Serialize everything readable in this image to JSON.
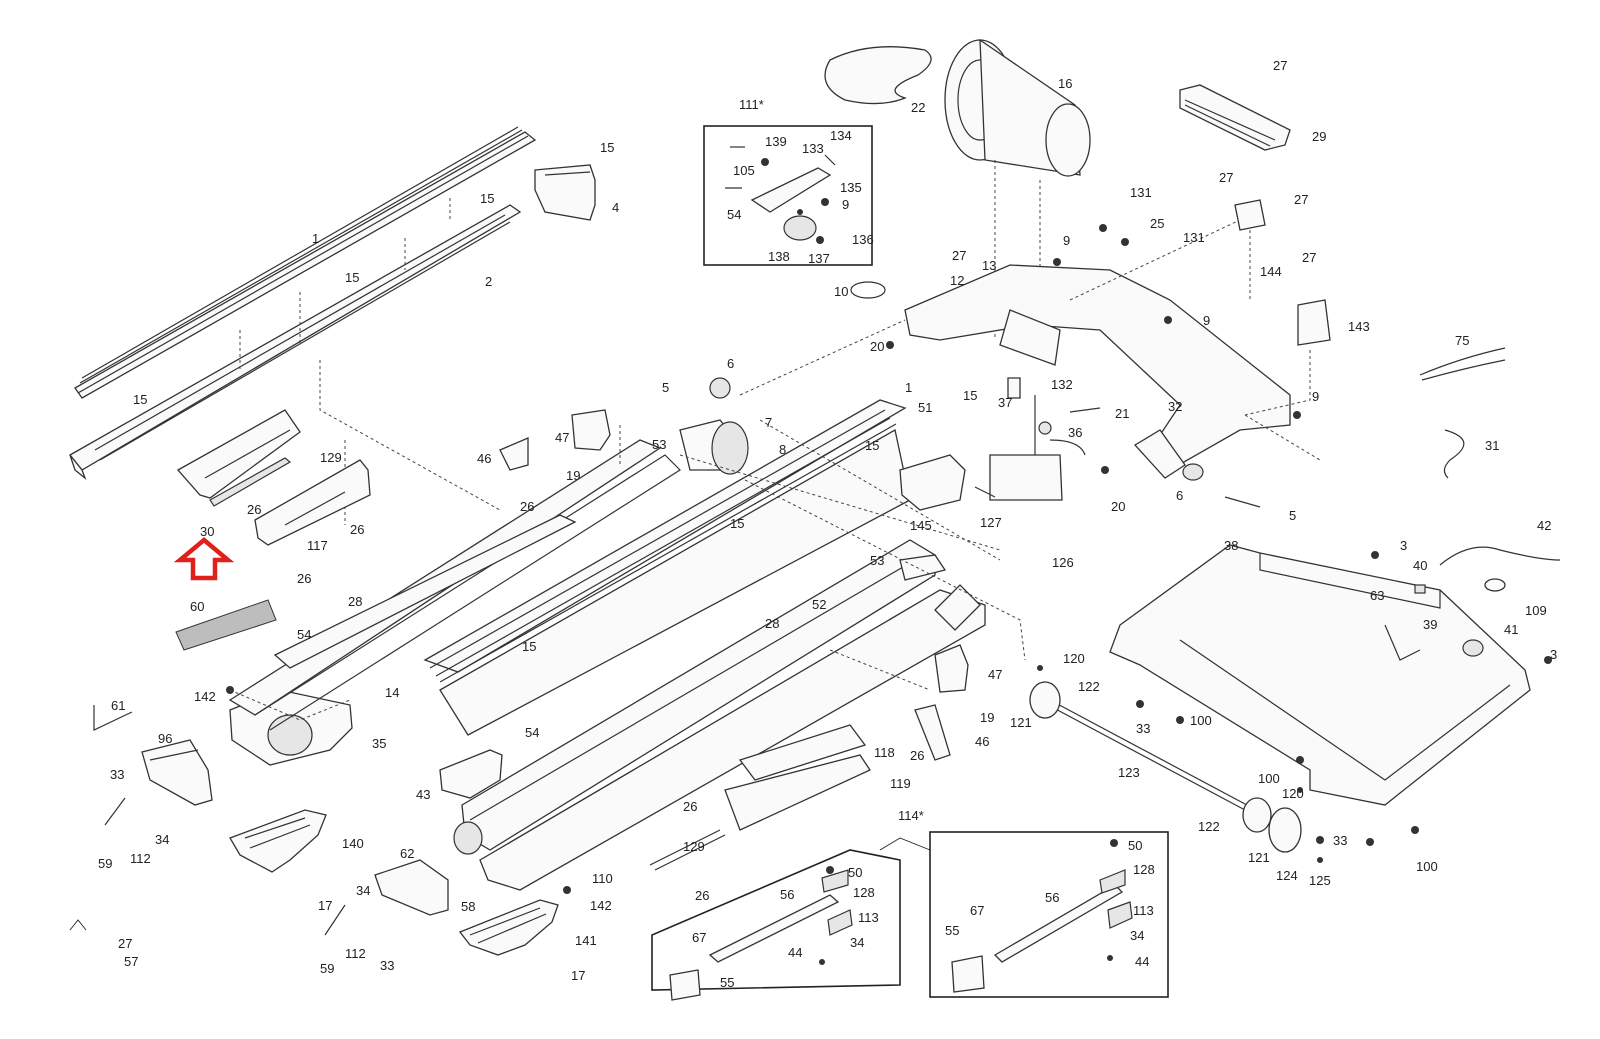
{
  "figure": "treadmill exploded parts diagram",
  "highlight": {
    "color": "#e0201a",
    "icon": "up-arrow-icon",
    "points_to": "30"
  },
  "callouts": {
    "c1": "1",
    "c2": "2",
    "c4": "4",
    "c15a": "15",
    "c15b": "15",
    "c15c": "15",
    "c15d": "15",
    "c15e": "15",
    "c15f": "15",
    "c15g": "15",
    "c15h": "15",
    "c30": "30",
    "c26a": "26",
    "c26b": "26",
    "c26c": "26",
    "c129a": "129",
    "c117": "117",
    "c60": "60",
    "c28a": "28",
    "c54a": "54",
    "c142a": "142",
    "c14": "14",
    "c35": "35",
    "c61": "61",
    "c96": "96",
    "c33a": "33",
    "c34a": "34",
    "c112a": "112",
    "c59a": "59",
    "c140": "140",
    "c17a": "17",
    "c27a": "27",
    "c57": "57",
    "c34b": "34",
    "c112b": "112",
    "c59b": "59",
    "c33b": "33",
    "c58": "58",
    "c141": "141",
    "c17b": "17",
    "c142b": "142",
    "c62": "62",
    "c110": "110",
    "c43": "43",
    "c54b": "54",
    "c28b": "28",
    "c52": "52",
    "c53a": "53",
    "c145": "145",
    "c5a": "5",
    "c6a": "6",
    "c7": "7",
    "c8": "8",
    "c53b": "53",
    "c47a": "47",
    "c19a": "19",
    "c46a": "46",
    "c26d": "26",
    "c51": "51",
    "c111": "111*",
    "c139": "139",
    "c134": "134",
    "c105": "105",
    "c133": "133",
    "c135": "135",
    "c9a": "9",
    "c54c": "54",
    "c138": "138",
    "c137": "137",
    "c136": "136",
    "c22": "22",
    "c16": "16",
    "c27b": "27",
    "c12": "12",
    "c10": "10",
    "c13": "13",
    "c20a": "20",
    "c9b": "9",
    "c131a": "131",
    "c25": "25",
    "c131b": "131",
    "c9c": "9",
    "c132": "132",
    "c37": "37",
    "c21": "21",
    "c36": "36",
    "c32": "32",
    "c127": "127",
    "c126": "126",
    "c6b": "6",
    "c20b": "20",
    "c5b": "5",
    "c27c": "27",
    "c29": "29",
    "c27d": "27",
    "c27e": "27",
    "c144": "144",
    "c27f": "27",
    "c143": "143",
    "c9d": "9",
    "c75": "75",
    "c31": "31",
    "c38": "38",
    "c3a": "3",
    "c40": "40",
    "c42": "42",
    "c63": "63",
    "c109": "109",
    "c39": "39",
    "c41": "41",
    "c3b": "3",
    "c47b": "47",
    "c19b": "19",
    "c46b": "46",
    "c26e": "26",
    "c118": "118",
    "c119": "119",
    "c26f": "26",
    "c120a": "120",
    "c122a": "122",
    "c121a": "121",
    "c123": "123",
    "c33c": "33",
    "c100a": "100",
    "c100b": "100",
    "c120b": "120",
    "c122b": "122",
    "c121b": "121",
    "c124": "124",
    "c125": "125",
    "c33d": "33",
    "c100c": "100",
    "c129b": "129",
    "c26g": "26",
    "c50a": "50",
    "c128a": "128",
    "c56a": "56",
    "c113a": "113",
    "c34c": "34",
    "c44a": "44",
    "c67a": "67",
    "c55a": "55",
    "c114": "114*",
    "c50b": "50",
    "c128b": "128",
    "c56b": "56",
    "c113b": "113",
    "c34d": "34",
    "c44b": "44",
    "c67b": "67",
    "c55b": "55"
  }
}
